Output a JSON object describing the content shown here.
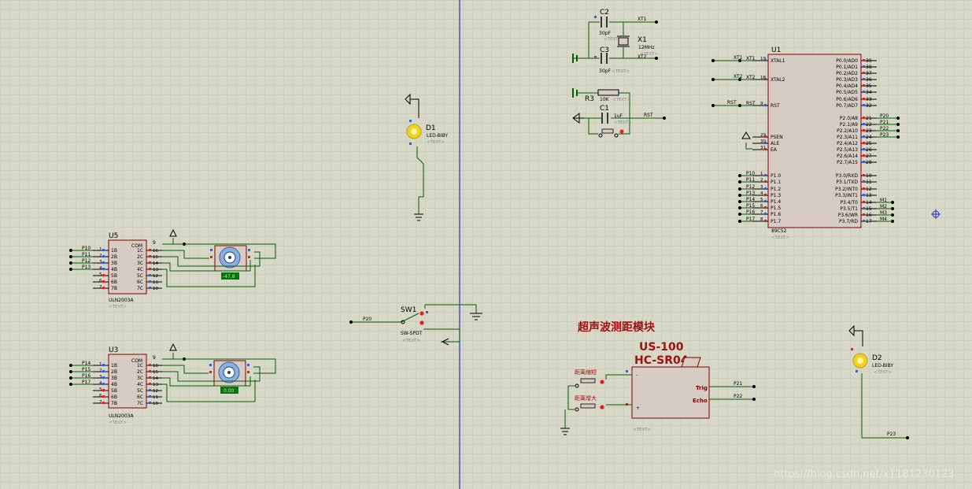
{
  "schematic": {
    "grid_color": "#c4c4b4",
    "wire_color": "#006000",
    "part_outline": "#800000",
    "part_fill": "#d6ccc4",
    "label_color": "#000080"
  },
  "u1": {
    "ref": "U1",
    "type": "89C52",
    "text": "<TEXT>",
    "left_pins": [
      {
        "num": "19",
        "name": "XTAL1",
        "net": "XT1"
      },
      {
        "num": "18",
        "name": "XTAL2",
        "net": "XT2"
      },
      {
        "num": "9",
        "name": "RST",
        "net": "RST"
      },
      {
        "num": "29",
        "name": "PSEN",
        "net": ""
      },
      {
        "num": "30",
        "name": "ALE",
        "net": ""
      },
      {
        "num": "31",
        "name": "EA",
        "net": ""
      },
      {
        "num": "1",
        "name": "P1.0",
        "net": "P10"
      },
      {
        "num": "2",
        "name": "P1.1",
        "net": "P11"
      },
      {
        "num": "3",
        "name": "P1.2",
        "net": "P12"
      },
      {
        "num": "4",
        "name": "P1.3",
        "net": "P13"
      },
      {
        "num": "5",
        "name": "P1.4",
        "net": "P14"
      },
      {
        "num": "6",
        "name": "P1.5",
        "net": "P15"
      },
      {
        "num": "7",
        "name": "P1.6",
        "net": "P16"
      },
      {
        "num": "8",
        "name": "P1.7",
        "net": "P17"
      }
    ],
    "right_pins": [
      {
        "num": "39",
        "name": "P0.0/AD0",
        "net": ""
      },
      {
        "num": "38",
        "name": "P0.1/AD1",
        "net": ""
      },
      {
        "num": "37",
        "name": "P0.2/AD2",
        "net": ""
      },
      {
        "num": "36",
        "name": "P0.3/AD3",
        "net": ""
      },
      {
        "num": "35",
        "name": "P0.4/AD4",
        "net": ""
      },
      {
        "num": "34",
        "name": "P0.5/AD5",
        "net": ""
      },
      {
        "num": "33",
        "name": "P0.6/AD6",
        "net": ""
      },
      {
        "num": "32",
        "name": "P0.7/AD7",
        "net": ""
      },
      {
        "num": "21",
        "name": "P2.0/A8",
        "net": "P20"
      },
      {
        "num": "22",
        "name": "P2.1/A9",
        "net": "P21"
      },
      {
        "num": "23",
        "name": "P2.2/A10",
        "net": "P22"
      },
      {
        "num": "24",
        "name": "P2.3/A11",
        "net": "P23"
      },
      {
        "num": "25",
        "name": "P2.4/A12",
        "net": ""
      },
      {
        "num": "26",
        "name": "P2.5/A13",
        "net": ""
      },
      {
        "num": "27",
        "name": "P2.6/A14",
        "net": ""
      },
      {
        "num": "28",
        "name": "P2.7/A15",
        "net": ""
      },
      {
        "num": "10",
        "name": "P3.0/RXD",
        "net": ""
      },
      {
        "num": "11",
        "name": "P3.1/TXD",
        "net": ""
      },
      {
        "num": "12",
        "name": "P3.2/INT0",
        "net": ""
      },
      {
        "num": "13",
        "name": "P3.3/INT1",
        "net": ""
      },
      {
        "num": "14",
        "name": "P3.4/T0",
        "net": "M1"
      },
      {
        "num": "15",
        "name": "P3.5/T1",
        "net": "M2"
      },
      {
        "num": "16",
        "name": "P3.6/WR",
        "net": "M3"
      },
      {
        "num": "17",
        "name": "P3.7/RD",
        "net": "M4"
      }
    ]
  },
  "crystal": {
    "c2": {
      "ref": "C2",
      "value": "30pF",
      "text": "<TEXT>"
    },
    "c3": {
      "ref": "C3",
      "value": "30pF",
      "text": "<TEXT>"
    },
    "x1": {
      "ref": "X1",
      "value": "12MHz",
      "text": "<TEXT>"
    },
    "xt1": "XT1",
    "xt2": "XT2"
  },
  "reset": {
    "r3": {
      "ref": "R3",
      "value": "10K",
      "text": "<TEXT>"
    },
    "c1": {
      "ref": "C1",
      "value": "1uF",
      "text": "<TEXT>"
    },
    "rst": "RST"
  },
  "d1": {
    "ref": "D1",
    "type": "LED-BIBY",
    "text": "<TEXT>"
  },
  "d2": {
    "ref": "D2",
    "type": "LED-BIBY",
    "text": "<TEXT>",
    "net": "P23"
  },
  "sw1": {
    "ref": "SW1",
    "type": "SW-SPDT",
    "text": "<TEXT>",
    "net": "P20"
  },
  "u5": {
    "ref": "U5",
    "type": "ULN2003A",
    "text": "<TEXT>",
    "com_pin": "9",
    "inputs": [
      {
        "num": "1",
        "name": "1B",
        "net": "P10"
      },
      {
        "num": "2",
        "name": "2B",
        "net": "P11"
      },
      {
        "num": "3",
        "name": "3B",
        "net": "P12"
      },
      {
        "num": "4",
        "name": "4B",
        "net": "P13"
      },
      {
        "num": "5",
        "name": "5B",
        "net": ""
      },
      {
        "num": "6",
        "name": "6B",
        "net": ""
      },
      {
        "num": "7",
        "name": "7B",
        "net": ""
      }
    ],
    "outputs": [
      {
        "num": "16",
        "name": "1C"
      },
      {
        "num": "15",
        "name": "2C"
      },
      {
        "num": "14",
        "name": "3C"
      },
      {
        "num": "13",
        "name": "4C"
      },
      {
        "num": "12",
        "name": "5C"
      },
      {
        "num": "11",
        "name": "6C"
      },
      {
        "num": "10",
        "name": "7C"
      }
    ],
    "motor_readout": "-47.8"
  },
  "u3": {
    "ref": "U3",
    "type": "ULN2003A",
    "text": "<TEXT>",
    "com_pin": "9",
    "inputs": [
      {
        "num": "1",
        "name": "1B",
        "net": "P14"
      },
      {
        "num": "2",
        "name": "2B",
        "net": "P15"
      },
      {
        "num": "3",
        "name": "3B",
        "net": "P16"
      },
      {
        "num": "4",
        "name": "4B",
        "net": "P17"
      },
      {
        "num": "5",
        "name": "5B",
        "net": ""
      },
      {
        "num": "6",
        "name": "6B",
        "net": ""
      },
      {
        "num": "7",
        "name": "7B",
        "net": ""
      }
    ],
    "outputs": [
      {
        "num": "16",
        "name": "1C"
      },
      {
        "num": "15",
        "name": "2C"
      },
      {
        "num": "14",
        "name": "3C"
      },
      {
        "num": "13",
        "name": "4C"
      },
      {
        "num": "12",
        "name": "5C"
      },
      {
        "num": "11",
        "name": "6C"
      },
      {
        "num": "10",
        "name": "7C"
      }
    ],
    "motor_readout": "0.00"
  },
  "ultrasonic": {
    "title": "超声波测距模块",
    "line1": "US-100",
    "line2": "HC-SR04",
    "btn_short": "距离缩短",
    "btn_long": "距离增大",
    "trig": "Trig",
    "echo": "Echo",
    "trig_net": "P21",
    "echo_net": "P22",
    "text": "<TEXT>"
  },
  "watermark": "https://blog.csdn.net/x1181230123"
}
